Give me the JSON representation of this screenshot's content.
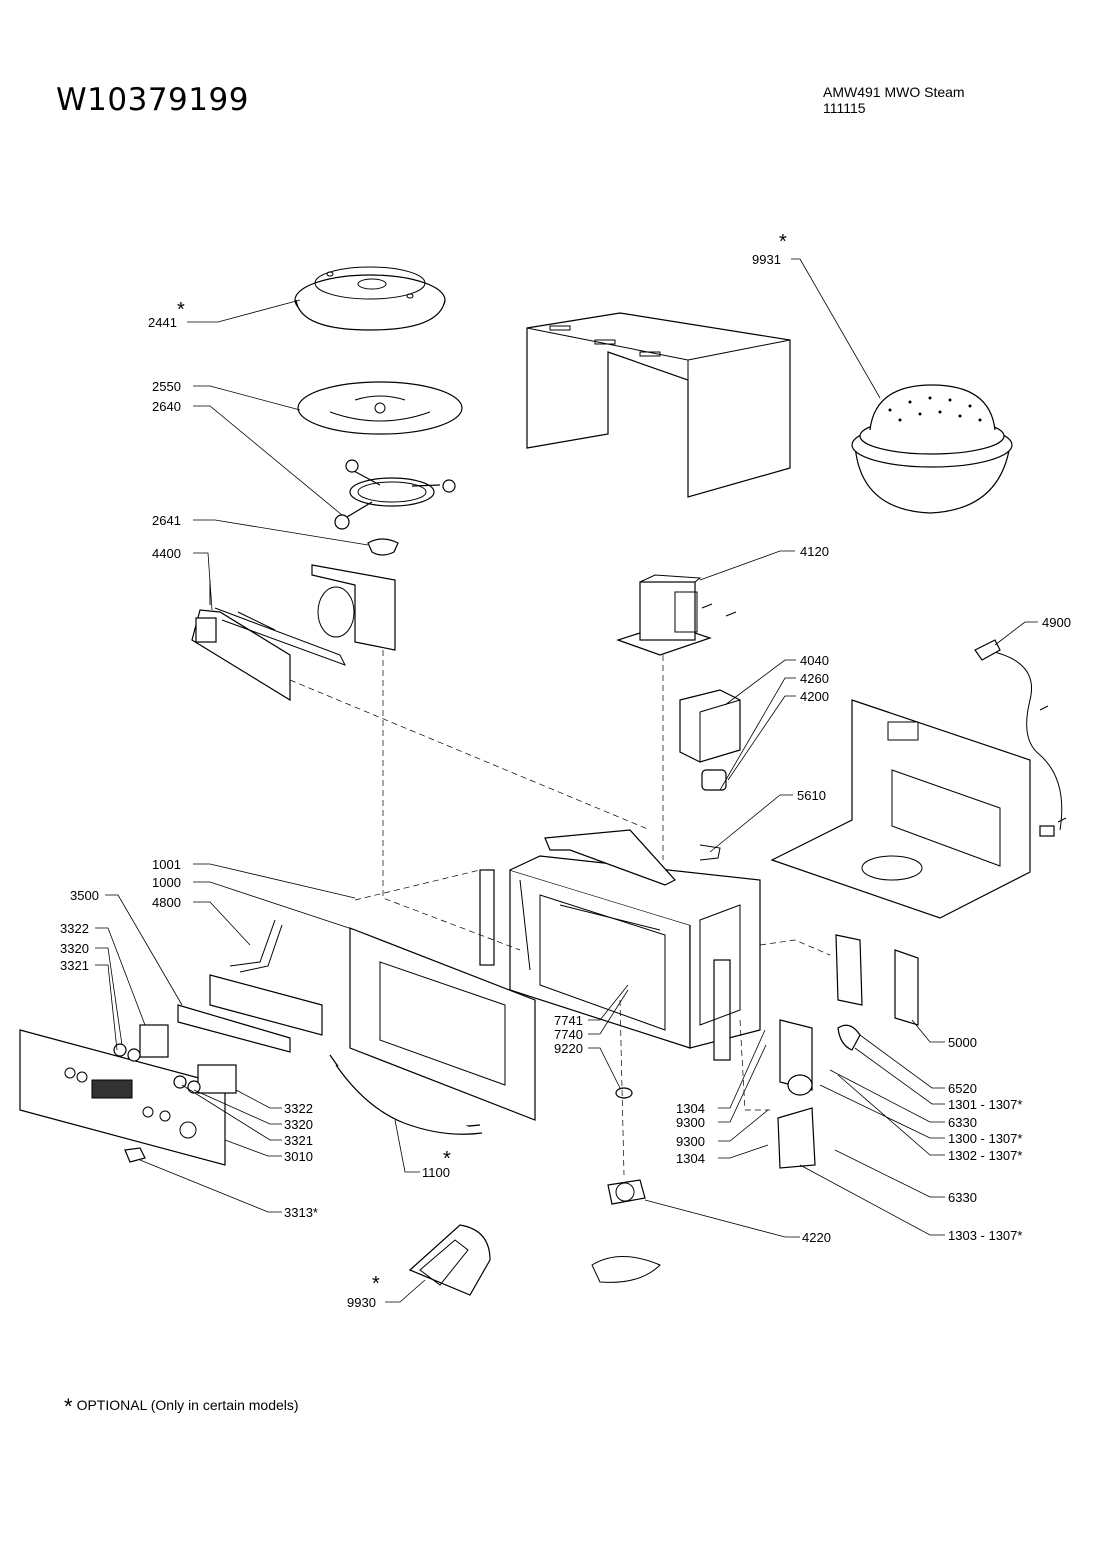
{
  "header": {
    "doc_number": "W10379199",
    "model_line1": "AMW491 MWO Steam",
    "model_line2": "111115"
  },
  "footnote": {
    "star": "*",
    "text": "OPTIONAL (Only in certain models)"
  },
  "labels": {
    "p2441": "2441",
    "p2550": "2550",
    "p2640": "2640",
    "p2641": "2641",
    "p4400": "4400",
    "p9931": "9931",
    "p4120": "4120",
    "p4900": "4900",
    "p4040": "4040",
    "p4260": "4260",
    "p4200": "4200",
    "p5610": "5610",
    "p1001": "1001",
    "p1000": "1000",
    "p3500": "3500",
    "p4800": "4800",
    "p3322a": "3322",
    "p3320a": "3320",
    "p3321a": "3321",
    "p3322b": "3322",
    "p3320b": "3320",
    "p3321b": "3321",
    "p3010": "3010",
    "p3313": "3313*",
    "p1100": "1100",
    "p7741": "7741",
    "p7740": "7740",
    "p9220": "9220",
    "p1304a": "1304",
    "p9300a": "9300",
    "p9300b": "9300",
    "p1304b": "1304",
    "p4220": "4220",
    "p9930": "9930",
    "p5000": "5000",
    "p6520": "6520",
    "p1301": "1301 - 1307*",
    "p6330a": "6330",
    "p1300": "1300 - 1307*",
    "p1302": "1302 - 1307*",
    "p6330b": "6330",
    "p1303": "1303 - 1307*"
  },
  "optional_marker": "*",
  "icons": [
    "turntable-drawing",
    "oven-cavity-drawing",
    "control-panel-drawing",
    "door-drawing",
    "steam-dish-drawing",
    "power-cord-drawing"
  ]
}
